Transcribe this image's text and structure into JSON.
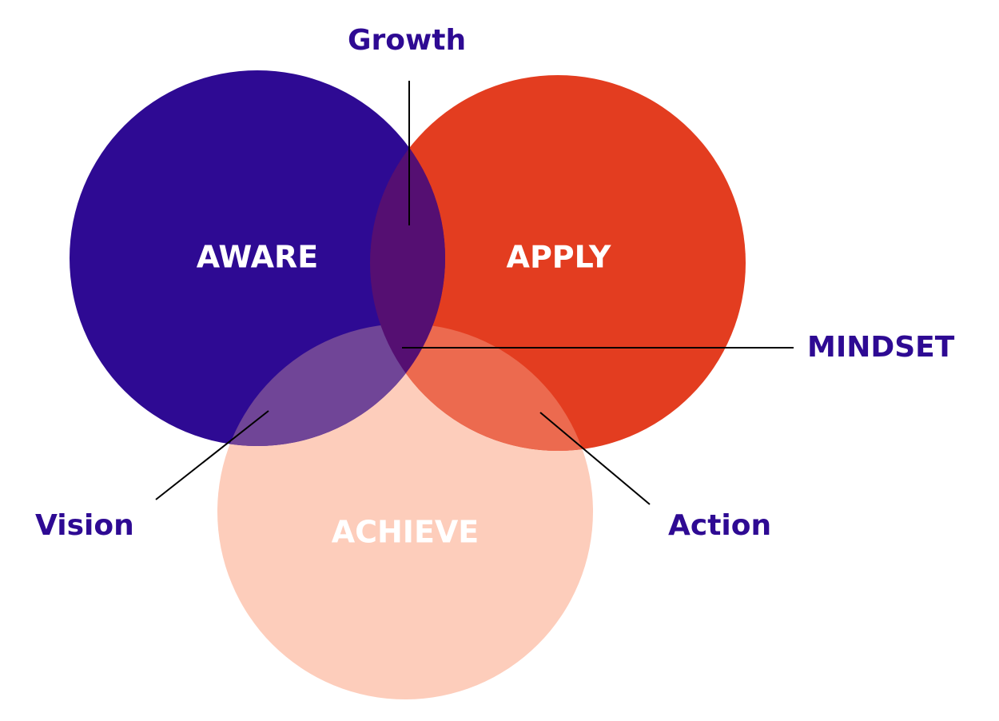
{
  "colors": {
    "aware": "#2e0a93",
    "apply": "#e33d20",
    "achieve": "#fdcdbb",
    "overlap_aware_apply": "#550f72",
    "overlap_aware_achieve": "#704597",
    "overlap_apply_achieve": "#ec6a4f",
    "callout_text": "#2e0a93"
  },
  "circles": {
    "aware": {
      "label": "AWARE"
    },
    "apply": {
      "label": "APPLY"
    },
    "achieve": {
      "label": "ACHIEVE"
    }
  },
  "callouts": {
    "growth": "Growth",
    "mindset": "MINDSET",
    "vision": "Vision",
    "action": "Action"
  }
}
